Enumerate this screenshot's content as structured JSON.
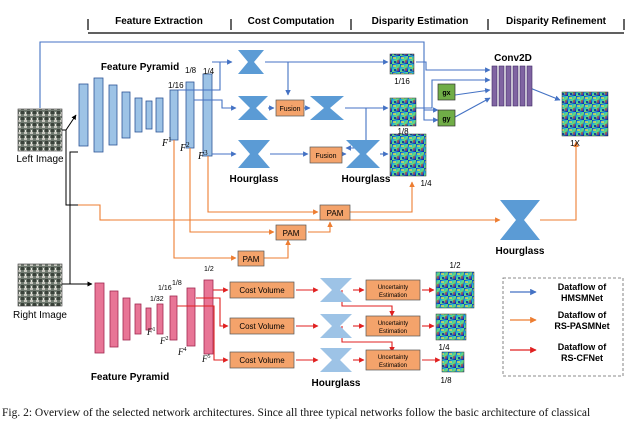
{
  "stages": [
    "Feature Extraction",
    "Cost Computation",
    "Disparity Estimation",
    "Disparity Refinement"
  ],
  "inputs": {
    "left": "Left Image",
    "right": "Right Image"
  },
  "feature_pyramid_label": "Feature Pyramid",
  "scales_top": [
    "1/16",
    "1/8",
    "1/4"
  ],
  "scales_bottom": [
    "1/32",
    "1/16",
    "1/8",
    "1/2"
  ],
  "feature_labels": [
    "F",
    "1",
    "2",
    "3",
    "4",
    "5"
  ],
  "modules": {
    "fusion": "Fusion",
    "pam": "PAM",
    "hourglass": "Hourglass",
    "conv2d": "Conv2D",
    "gx": "gx",
    "gy": "gy",
    "cost_volume": "Cost Volume",
    "uncertainty": [
      "Uncertainty",
      "Estimation"
    ]
  },
  "output_scales": [
    "1/16",
    "1/8",
    "1/4",
    "1X"
  ],
  "bottom_output_scales": [
    "1/2",
    "1/4",
    "1/8"
  ],
  "legend": [
    {
      "label": [
        "Dataflow of",
        "HMSMNet"
      ],
      "color": "#4472c4"
    },
    {
      "label": [
        "Dataflow of",
        "RS-PASMNet"
      ],
      "color": "#ed7d31"
    },
    {
      "label": [
        "Dataflow of",
        "RS-CFNet"
      ],
      "color": "#e02020"
    }
  ],
  "colors": {
    "blue": "#4472c4",
    "orange": "#ed7d31",
    "red": "#e02020",
    "black": "#000000"
  },
  "caption": "Fig. 2: Overview of the selected network architectures. Since all three typical networks follow the basic architecture of classical"
}
